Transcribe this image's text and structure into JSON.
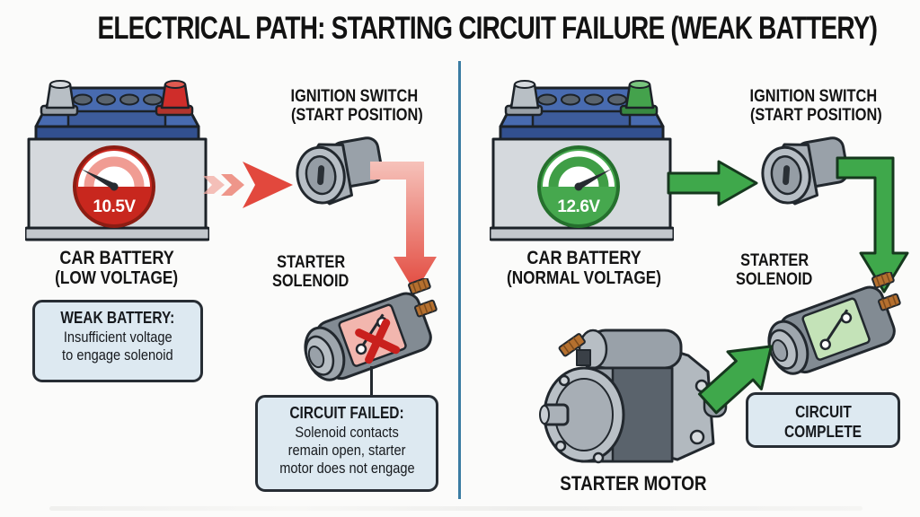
{
  "title": "ELECTRICAL PATH: STARTING CIRCUIT FAILURE (WEAK BATTERY)",
  "left": {
    "battery_label1": "CAR BATTERY",
    "battery_label2": "(LOW VOLTAGE)",
    "gauge_value": "10.5V",
    "note_title": "WEAK BATTERY:",
    "note_line1": "Insufficient voltage",
    "note_line2": "to engage solenoid",
    "ignition_label1": "IGNITION SWITCH",
    "ignition_label2": "(START POSITION)",
    "solenoid_label1": "STARTER",
    "solenoid_label2": "SOLENOID",
    "result_title": "CIRCUIT FAILED:",
    "result_line1": "Solenoid contacts",
    "result_line2": "remain open, starter",
    "result_line3": "motor does not engage"
  },
  "right": {
    "battery_label1": "CAR BATTERY",
    "battery_label2": "(NORMAL VOLTAGE)",
    "gauge_value": "12.6V",
    "ignition_label1": "IGNITION SWITCH",
    "ignition_label2": "(START POSITION)",
    "solenoid_label1": "STARTER",
    "solenoid_label2": "SOLENOID",
    "motor_label": "STARTER MOTOR",
    "result_line1": "CIRCUIT",
    "result_line2": "COMPLETE"
  },
  "colors": {
    "fail_red": "#d23a2e",
    "fail_panel_pink": "#f2b6ae",
    "ok_green": "#3fa84b",
    "ok_panel_green": "#c4e3b8",
    "battery_blue": "#4a6cae",
    "divider_blue": "#3b7ca3",
    "box_bg": "#dde9f1",
    "box_border": "#272d34"
  },
  "icons": {
    "battery-icon": "car battery with filler caps and terminals",
    "voltage-gauge-icon": "semicircular dial gauge with needle",
    "ignition-switch-icon": "key lock cylinder",
    "solenoid-icon": "cylindrical solenoid with contact window",
    "starter-motor-icon": "starter motor assembly",
    "weak-current-arrow-icon": "faded red chevron arrow",
    "current-arrow-icon": "solid green arrow",
    "x-mark-icon": "red X over open contacts",
    "switch-contacts-icon": "open/closed contact symbol"
  }
}
